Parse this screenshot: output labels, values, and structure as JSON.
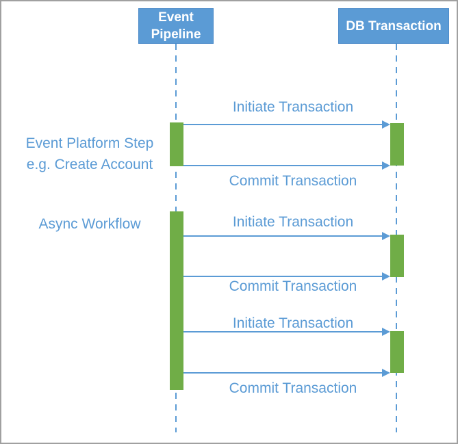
{
  "colors": {
    "accent_blue": "#5B9BD5",
    "activation_green": "#70AD47",
    "border_gray": "#A0A0A0"
  },
  "actors": [
    {
      "label": "Event Pipeline"
    },
    {
      "label": "DB Transaction"
    }
  ],
  "annotations": {
    "step_line1": "Event Platform Step",
    "step_line2": "e.g. Create Account",
    "async": "Async Workflow"
  },
  "messages": [
    {
      "label": "Initiate Transaction",
      "from": "Event Pipeline",
      "to": "DB Transaction",
      "direction": "right"
    },
    {
      "label": "Commit Transaction",
      "from": "Event Pipeline",
      "to": "DB Transaction",
      "direction": "right"
    },
    {
      "label": "Initiate Transaction",
      "from": "Event Pipeline",
      "to": "DB Transaction",
      "direction": "right"
    },
    {
      "label": "Commit Transaction",
      "from": "Event Pipeline",
      "to": "DB Transaction",
      "direction": "right"
    },
    {
      "label": "Initiate Transaction",
      "from": "Event Pipeline",
      "to": "DB Transaction",
      "direction": "right"
    },
    {
      "label": "Commit Transaction",
      "from": "Event Pipeline",
      "to": "DB Transaction",
      "direction": "right"
    }
  ]
}
